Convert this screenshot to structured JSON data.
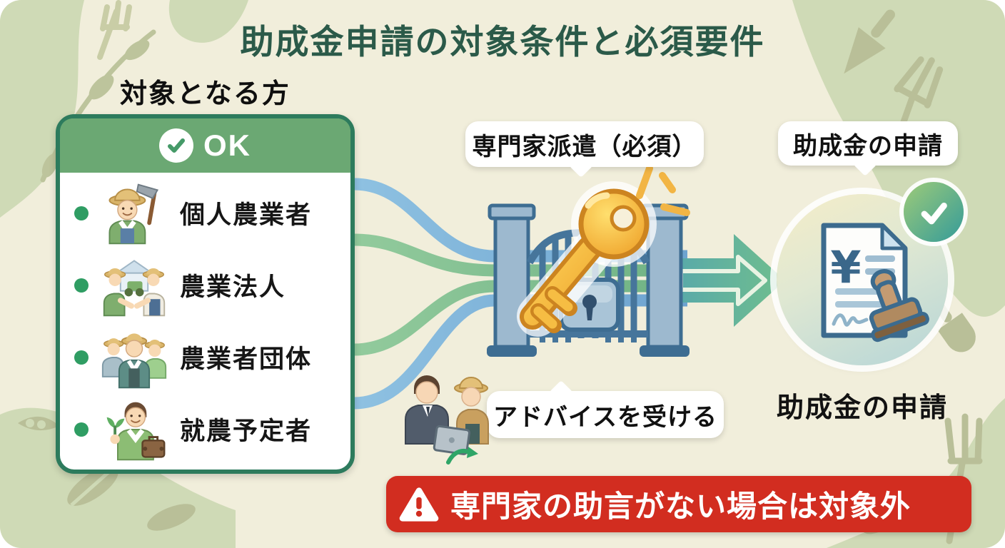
{
  "title": "助成金申請の対象条件と必須要件",
  "eligible": {
    "heading": "対象となる方",
    "ok_label": "OK",
    "check_icon": "check-circle-icon",
    "items": [
      {
        "label": "個人農業者",
        "icon": "individual-farmer-icon"
      },
      {
        "label": "農業法人",
        "icon": "farm-corporation-handshake-icon"
      },
      {
        "label": "農業者団体",
        "icon": "farmers-group-icon"
      },
      {
        "label": "就農予定者",
        "icon": "prospective-farmer-icon"
      }
    ]
  },
  "process": {
    "expert_bubble": "専門家派遣（必須）",
    "advice_bubble": "アドバイスを受ける",
    "result_bubble": "助成金の申請",
    "result_caption": "助成金の申請",
    "gate_icon": "locked-gate-icon",
    "key_icon": "golden-key-icon",
    "advisor_icon": "consultant-and-farmer-icon",
    "document_icon": "yen-document-stamp-icon",
    "badge_icon": "check-badge-icon"
  },
  "warning": {
    "icon": "warning-triangle-icon",
    "text": "専門家の助言がない場合は対象外"
  },
  "colors": {
    "background": "#f1eedb",
    "deco_green": "#cfdab6",
    "deco_olive": "#b9bf98",
    "title_green": "#2b5a49",
    "box_border_green": "#2d7b5d",
    "box_header_green": "#6ba873",
    "bullet_green": "#2f9d63",
    "warning_red": "#d22d20",
    "key_gold": "#f5b63b",
    "gate_blue": "#9db9cf",
    "ribbon_green": "#86c296",
    "ribbon_blue": "#7fb3da"
  }
}
